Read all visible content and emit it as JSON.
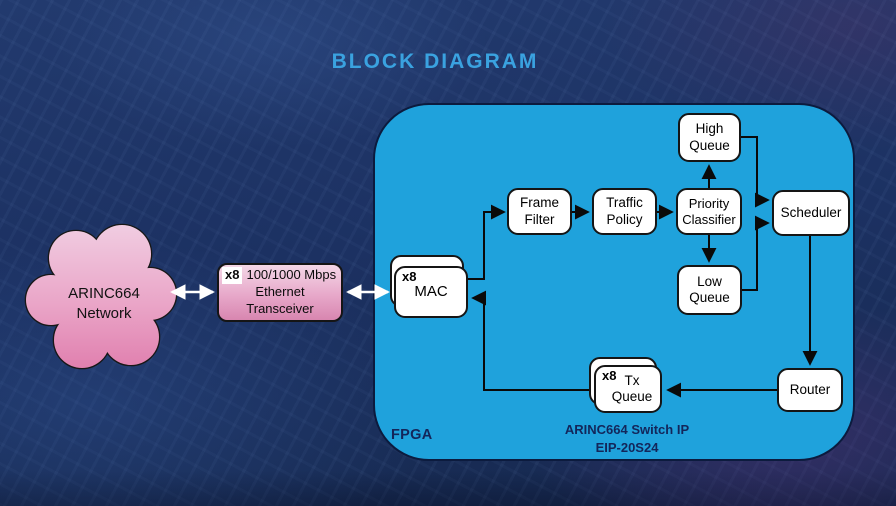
{
  "title": "BLOCK DIAGRAM",
  "cloud": {
    "label": "ARINC664\nNetwork"
  },
  "transceiver": {
    "multiplier": "x8",
    "line1": "100/1000 Mbps",
    "rest": "Ethernet\nTransceiver"
  },
  "fpga": {
    "label": "FPGA",
    "ip_name": "ARINC664 Switch IP",
    "ip_model": "EIP-20S24"
  },
  "blocks": {
    "mac": {
      "multiplier": "x8",
      "label": "MAC"
    },
    "frame_filter": {
      "label": "Frame\nFilter"
    },
    "traffic_policy": {
      "label": "Traffic\nPolicy"
    },
    "priority_classifier": {
      "label": "Priority\nClassifier"
    },
    "high_queue": {
      "label": "High\nQueue"
    },
    "low_queue": {
      "label": "Low\nQueue"
    },
    "scheduler": {
      "label": "Scheduler"
    },
    "router": {
      "label": "Router"
    },
    "tx_queue": {
      "multiplier": "x8",
      "label": "Tx\nQueue"
    }
  },
  "colors": {
    "title_accent": "#3aa2e0",
    "fpga_fill": "#1fa2dc",
    "fpga_border": "#0c1b3e",
    "background_navy": "#1c3162",
    "cloud_pink_top": "#f1cfe3",
    "cloud_pink_bottom": "#e07fae",
    "block_fill": "#ffffff",
    "wire_black": "#0a0a0a",
    "wire_white": "#ffffff",
    "inner_label_navy": "#13265a"
  }
}
